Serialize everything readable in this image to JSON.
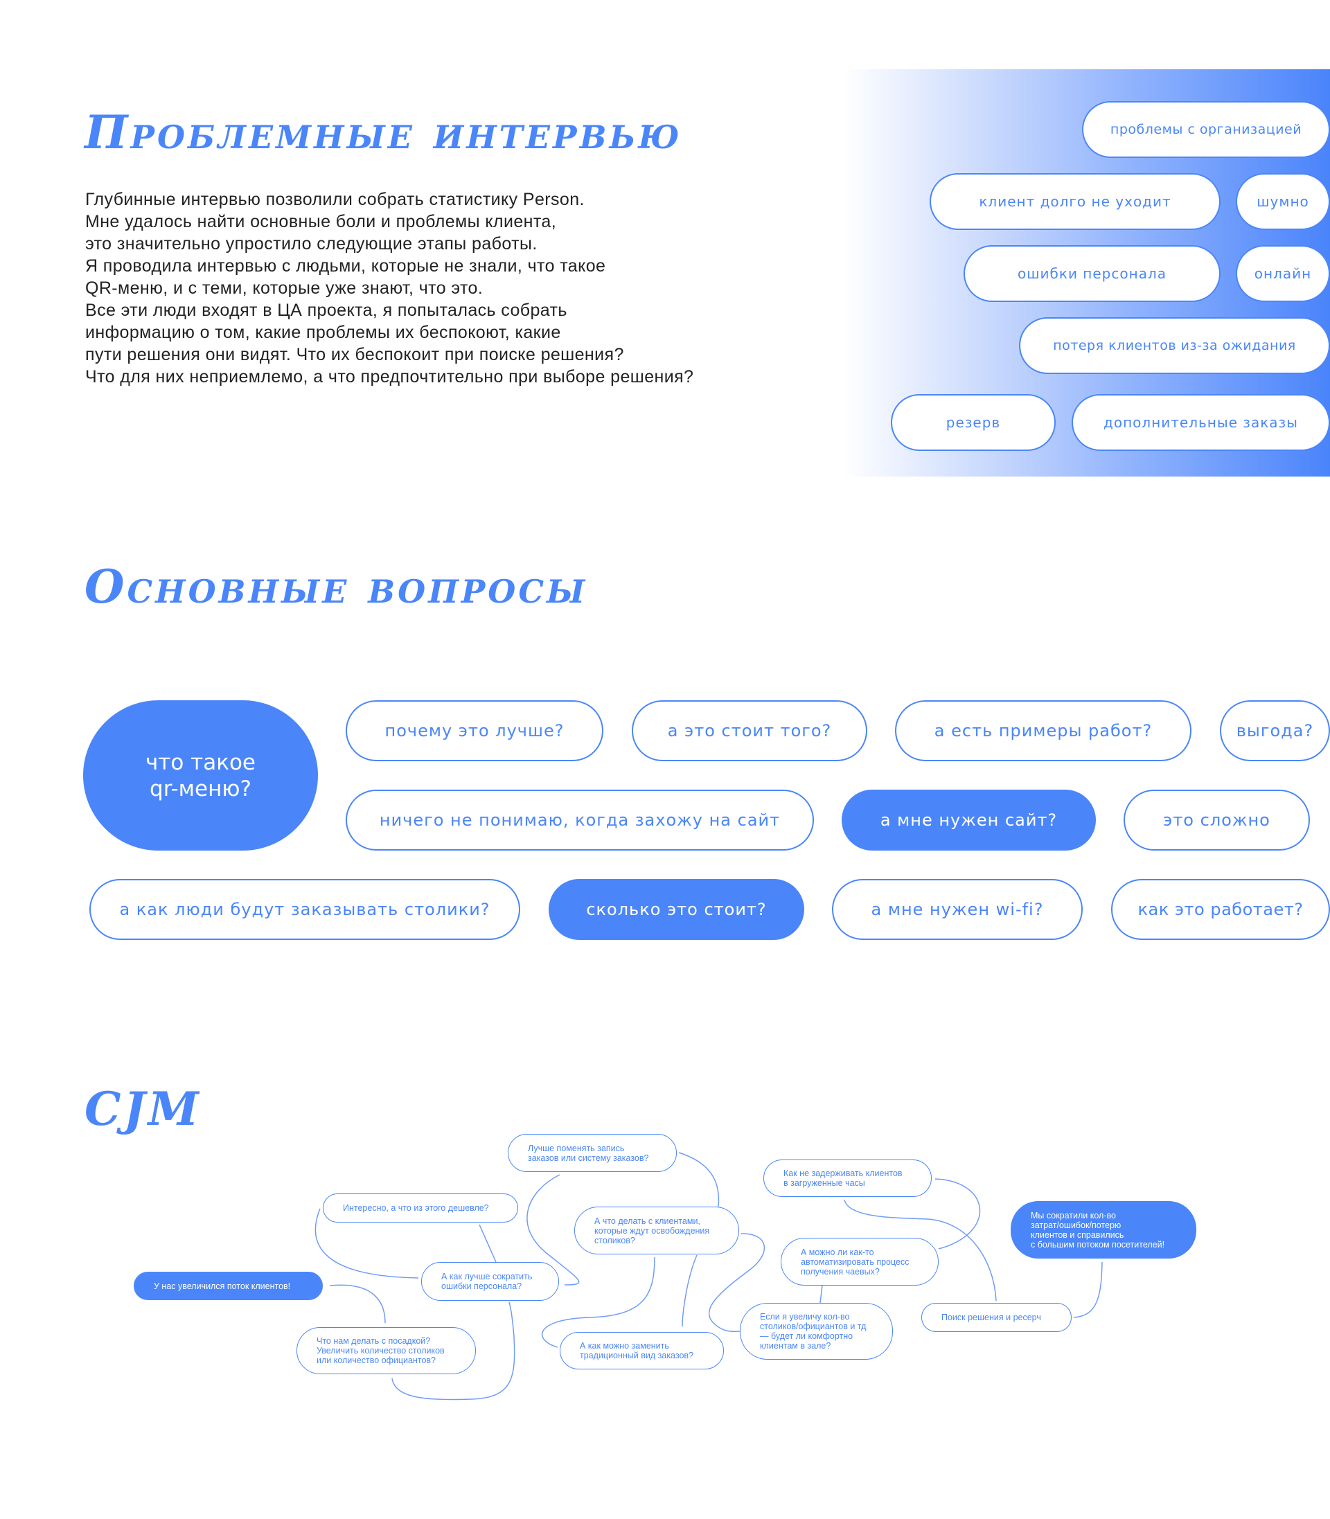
{
  "colors": {
    "accent": "#4a86f9"
  },
  "problems": {
    "title": "Проблемные интервью",
    "intro": "Глубинные интервью позволили собрать статистику Person.\nМне удалось найти основные боли и проблемы клиента,\nэто значительно упростило следующие этапы работы.\nЯ проводила интервью с людьми, которые не знали, что такое\nQR-меню, и с теми, которые уже знают, что это.\nВсе эти люди входят в ЦА проекта, я попыталась собрать\nинформацию о том, какие проблемы их беспокоют, какие\nпути решения они видят. Что их беспокоит при поиске решения?\nЧто для них неприемлемо, а что предпочтительно при выборе решения?",
    "pills": [
      "проблемы с организацией",
      "клиент долго не уходит",
      "шумно",
      "ошибки персонала",
      "онлайн",
      "потеря клиентов из-за ожидания",
      "резерв",
      "дополнительные заказы"
    ]
  },
  "questions": {
    "title": "Основные вопросы",
    "main": "что такое\nqr-меню?",
    "pills": [
      "почему это лучше?",
      "а это стоит того?",
      "а есть примеры работ?",
      "выгода?",
      "ничего не понимаю, когда захожу на сайт",
      "а мне нужен сайт?",
      "это сложно",
      "а как люди будут заказывать столики?",
      "сколько это стоит?",
      "а мне нужен wi-fi?",
      "как это работает?"
    ]
  },
  "cjm": {
    "title": "CJM",
    "nodes": [
      "У нас увеличился поток клиентов!",
      "Интересно, а что из этого дешевле?",
      "Лучше поменять запись\nзаказов или систему заказов?",
      "А как лучше сократить\nошибки персонала?",
      "Что нам делать с посадкой?\nУвеличить количество столиков\nили количество официантов?",
      "А что делать с клиентами,\nкоторые ждут освобождения\nстоликов?",
      "А как можно заменить\nтрадиционный вид заказов?",
      "Как не задерживать клиентов\nв загруженные часы",
      "А можно ли как-то\nавтоматизировать процесс\nполучения чаевых?",
      "Если я увеличу кол-во\nстоликов/официантов и тд\n— будет ли комфортно\nклиентам в зале?",
      "Поиск решения и ресерч",
      "Мы сократили кол-во\nзатрат/ошибок/потерю\nклиентов и справились\nс большим потоком посетителей!"
    ]
  }
}
